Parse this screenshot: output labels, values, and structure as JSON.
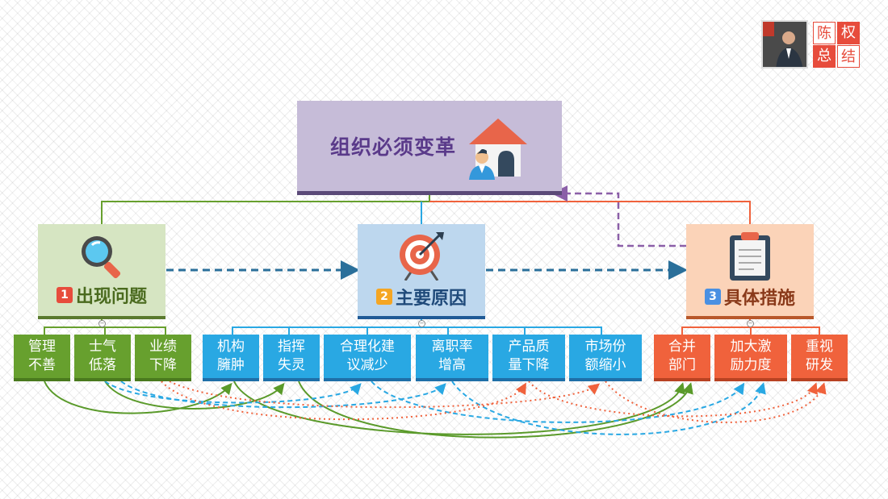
{
  "title": "组织必须变革",
  "logo": {
    "chars": [
      "陈",
      "权",
      "总",
      "结"
    ]
  },
  "categories": [
    {
      "num": "1",
      "label": "出现问题",
      "color": "#67a02e"
    },
    {
      "num": "2",
      "label": "主要原因",
      "color": "#29a8e3"
    },
    {
      "num": "3",
      "label": "具体措施",
      "color": "#f0623c"
    }
  ],
  "problems": [
    "管理\n不善",
    "士气\n低落",
    "业绩\n下降"
  ],
  "causes": [
    "机构\n臃肿",
    "指挥\n失灵",
    "合理化建\n议减少",
    "离职率\n增高",
    "产品质\n量下降",
    "市场份\n额缩小"
  ],
  "measures": [
    "合并\n部门",
    "加大激\n励力度",
    "重视\n研发"
  ],
  "icons": [
    "house-person-icon",
    "magnifier-icon",
    "target-icon",
    "clipboard-icon"
  ],
  "colors": {
    "problem": "#67a02e",
    "cause": "#29a8e3",
    "measure": "#f0623c",
    "main": "#c6bcd8",
    "feedback": "#8b5fa8"
  }
}
